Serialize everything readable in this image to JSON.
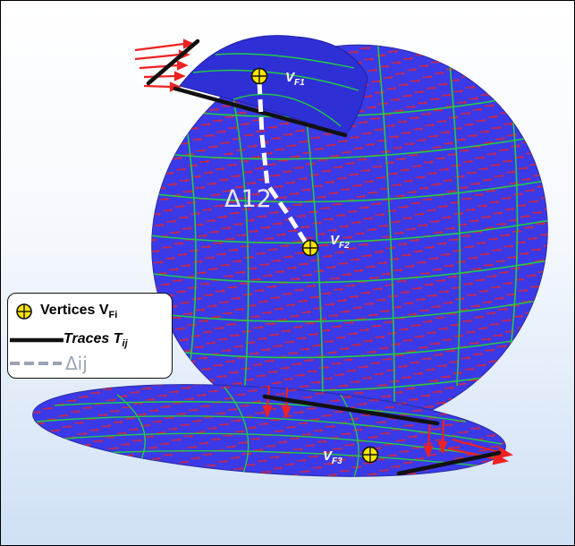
{
  "vertices": [
    {
      "id": "F1",
      "main": "V",
      "sub": "F1"
    },
    {
      "id": "F2",
      "main": "V",
      "sub": "F2"
    },
    {
      "id": "F3",
      "main": "V",
      "sub": "F3"
    }
  ],
  "delta_label": "Δ12",
  "legend": {
    "vertices_text": "Vertices V",
    "vertices_sub": "Fi",
    "traces_text": "Traces T",
    "traces_sub": "ij",
    "delta_text": "Δij"
  },
  "colors": {
    "surface": "#3a3ae8",
    "contour": "#22cc44",
    "vector": "#ee2222",
    "trace": "#111111",
    "vertex_fill": "#ffe500",
    "delta_line": "#ffffff",
    "legend_delta": "#9aa4b4"
  }
}
